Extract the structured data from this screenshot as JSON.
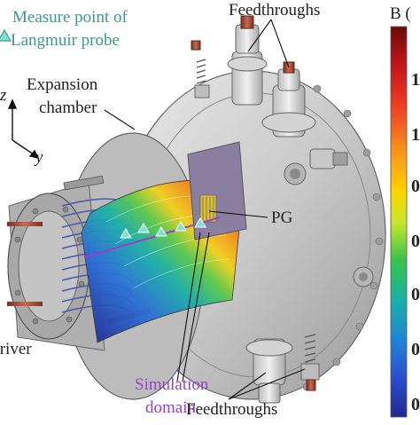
{
  "legend": {
    "marker_label_line1": "Measure point of",
    "marker_label_line2": "Langmuir probe"
  },
  "labels": {
    "feedthroughs_top": "Feedthroughs",
    "feedthroughs_bottom": "Feedthroughs",
    "expansion_line1": "Expansion",
    "expansion_line2": "chamber",
    "pg": "PG",
    "driver": "Driver",
    "simulation_line1": "Simulation",
    "simulation_line2": "domain",
    "axis_z": "z",
    "axis_y": "y"
  },
  "colorbar": {
    "title": "B (",
    "tick_labels": [
      "1",
      "1",
      "0",
      "0",
      "0",
      "0",
      "0"
    ],
    "colors": [
      "#6b0a0a",
      "#c4161c",
      "#ee3b23",
      "#f7941d",
      "#ffd200",
      "#c8e62e",
      "#37c24a",
      "#1ab0a8",
      "#1f86d6",
      "#2b4fd0",
      "#22268f"
    ]
  },
  "colors": {
    "teal": "#3d9a8c",
    "purple": "#9b3fcf"
  }
}
